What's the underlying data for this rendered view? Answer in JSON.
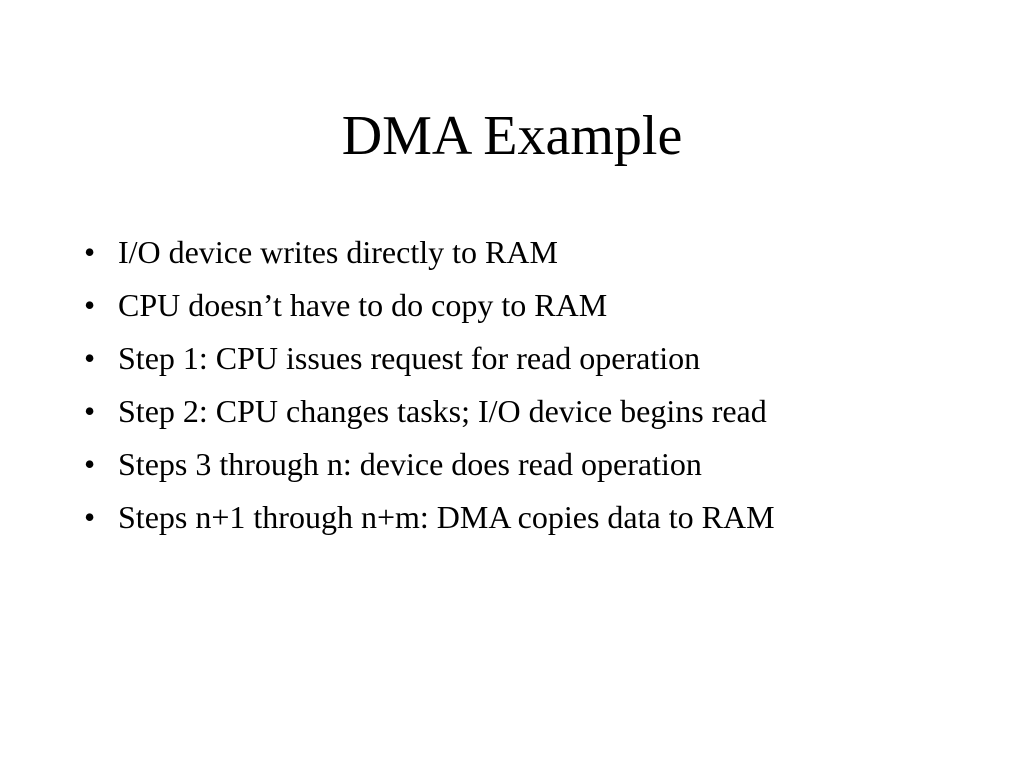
{
  "slide": {
    "title": "DMA Example",
    "bullet_symbol": "•",
    "bullets": [
      "I/O device writes directly to RAM",
      "CPU doesn’t have to do copy to RAM",
      "Step 1: CPU issues request for read operation",
      "Step 2: CPU changes tasks; I/O device begins read",
      "Steps 3 through n: device does read operation",
      "Steps n+1 through n+m: DMA copies data to RAM"
    ]
  }
}
